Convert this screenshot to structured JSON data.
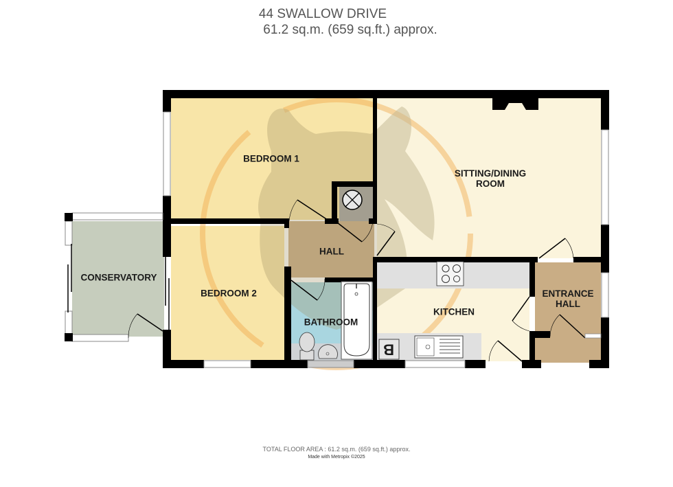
{
  "header": {
    "address": "44 SWALLOW DRIVE",
    "area": "61.2 sq.m. (659 sq.ft.) approx."
  },
  "rooms": [
    {
      "id": "bedroom-1",
      "label": "BEDROOM 1",
      "color": "#f8e5a8"
    },
    {
      "id": "sitting-dining-room",
      "label": "SITTING/DINING ROOM",
      "line1": "SITTING/DINING",
      "line2": "ROOM",
      "color": "#fbf4dc"
    },
    {
      "id": "hall",
      "label": "HALL",
      "color": "#cbb08a"
    },
    {
      "id": "conservatory",
      "label": "CONSERVATORY",
      "color": "#c6cdbd"
    },
    {
      "id": "bedroom-2",
      "label": "BEDROOM 2",
      "color": "#f8e5a8"
    },
    {
      "id": "bathroom",
      "label": "BATHROOM",
      "color": "#a9d6e0"
    },
    {
      "id": "kitchen",
      "label": "KITCHEN",
      "color": "#fbf4dc"
    },
    {
      "id": "entrance-hall",
      "label": "ENTRANCE HALL",
      "line1": "ENTRANCE",
      "line2": "HALL",
      "color": "#c9ad85"
    }
  ],
  "fixtures": {
    "boiler_label": "B",
    "cupboard_symbol": "cylinder-x-icon"
  },
  "footer": {
    "total_area": "TOTAL FLOOR AREA : 61.2 sq.m. (659 sq.ft.) approx.",
    "credit": "Made with Metropix ©2025"
  },
  "colors": {
    "wall": "#000000",
    "watermark_ring": "#f2b35f",
    "watermark_fox": "#8a7d55",
    "worktop": "#e0e0e0",
    "cupboard": "#a6a6a6"
  }
}
